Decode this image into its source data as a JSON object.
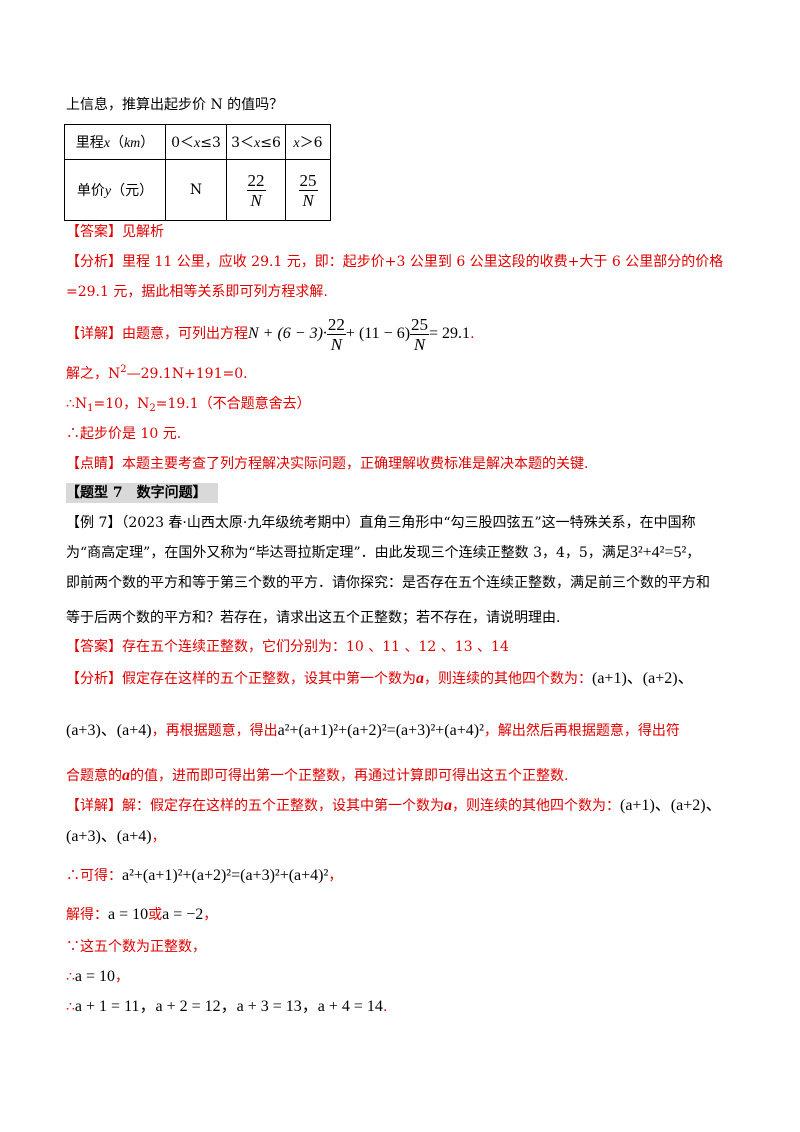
{
  "intro_line": "上信息，推算出起步价 N 的值吗？",
  "table": {
    "header": [
      "里程",
      "x",
      "（",
      "km",
      "）",
      "0＜",
      "x",
      "≤3",
      "3＜",
      "x",
      "≤6",
      "x",
      "＞6"
    ],
    "row2_label_pre": "单价",
    "row2_label_var": "y",
    "row2_label_post": "（元）",
    "cell_n": "N",
    "frac1_num": "22",
    "frac1_den": "N",
    "frac2_num": "25",
    "frac2_den": "N"
  },
  "answer1": {
    "tag": "【答案】",
    "text": "见解析"
  },
  "analysis1": {
    "tag": "【分析】",
    "line1": "里程 11 公里，应收 29.1 元，即：起步价+3 公里到 6 公里这段的收费+大于 6 公里部分的价格",
    "line2": "=29.1 元，据此相等关系即可列方程求解."
  },
  "detail1": {
    "tag": "【详解】",
    "text": "由题意，可列出方程",
    "eq_a": "N + (6 − 3)·",
    "eq_b": "+ (11 − 6)",
    "eq_c": "= 29.1",
    "frac_a_num": "22",
    "frac_a_den": "N",
    "frac_b_num": "25",
    "frac_b_den": "N",
    "end": "."
  },
  "solve1": "解之，N",
  "solve1_sup": "2",
  "solve1_rest": "—29.1N+191=0.",
  "roots": {
    "pre": "∴N",
    "s1": "1",
    "mid": "=10，N",
    "s2": "2",
    "post": "=19.1（不合题意舍去）"
  },
  "conclusion1": "∴起步价是 10 元.",
  "comment1": {
    "tag": "【点睛】",
    "text": "本题主要考查了列方程解决实际问题，正确理解收费标准是解决本题的关键."
  },
  "section_heading": "【题型 7　数字问题】",
  "example7": {
    "line1": "【例 7】（2023 春·山西太原·九年级统考期中）直角三角形中“勾三股四弦五”这一特殊关系，在中国称",
    "line2_pre": "为“商高定理”，在国外又称为“毕达哥拉斯定理”．由此发现三个连续正整数 3，4，5，满足",
    "line2_math": "3²+4²=5²",
    "line2_end": "，",
    "line3": "即前两个数的平方和等于第三个数的平方．请你探究：是否存在五个连续正整数，满足前三个数的平方和",
    "line4": "等于后两个数的平方和？若存在，请求出这五个正整数；若不存在，请说明理由."
  },
  "answer2": {
    "tag": "【答案】",
    "text": "存在五个连续正整数，它们分别为：10 、11 、12 、13 、14"
  },
  "analysis2": {
    "tag": "【分析】",
    "line1_text": "假定存在这样的五个正整数，设其中第一个数为",
    "line1_var": "a",
    "line1_rest": "，则连续的其他四个数为：",
    "line1_math": "(a+1)、(a+2)、",
    "line2_math1": "(a+3)、(a+4)",
    "line2_text": "，再根据题意，得出",
    "line2_math2": "a²+(a+1)²+(a+2)²=(a+3)²+(a+4)²",
    "line2_end": "，解出然后再根据题意，得出符",
    "line3_pre": "合题意的",
    "line3_var": "a",
    "line3_post": "的值，进而即可得出第一个正整数，再通过计算即可得出这五个正整数."
  },
  "detail2": {
    "tag": "【详解】",
    "line1_text": "解：假定存在这样的五个正整数，设其中第一个数为",
    "line1_var": "a",
    "line1_rest": "，则连续的其他四个数为：",
    "line1_math": "(a+1)、(a+2)、",
    "line2_math": "(a+3)、(a+4)",
    "line2_end": "，",
    "line3_pre": "∴可得：",
    "line3_math": "a²+(a+1)²+(a+2)²=(a+3)²+(a+4)²",
    "line3_end": "，",
    "line4_pre": "解得：",
    "line4_math1": "a = 10",
    "line4_or": "或",
    "line4_math2": "a = −2",
    "line4_end": "，",
    "line5": "∵这五个数为正整数，",
    "line6_pre": "∴",
    "line6_math": "a = 10",
    "line6_end": "，",
    "line7_pre": "∴",
    "line7_math": "a + 1 = 11，a + 2 = 12，a + 3 = 13，a + 4 = 14",
    "line7_end": "."
  }
}
